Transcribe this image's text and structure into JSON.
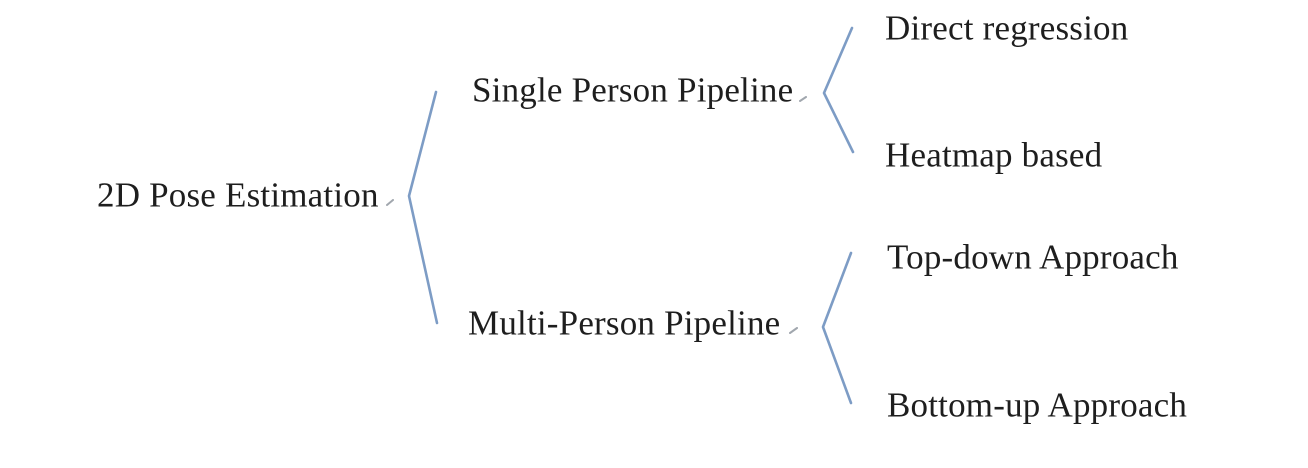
{
  "tree": {
    "root": {
      "label": "2D Pose Estimation"
    },
    "branches": [
      {
        "label": "Single Person Pipeline",
        "children": [
          {
            "label": "Direct regression"
          },
          {
            "label": "Heatmap based"
          }
        ]
      },
      {
        "label": "Multi-Person Pipeline",
        "children": [
          {
            "label": "Top-down Approach"
          },
          {
            "label": "Bottom-up Approach"
          }
        ]
      }
    ]
  },
  "colors": {
    "connector": "#7d9cc5",
    "text": "#1e1e1e",
    "background": "#ffffff"
  }
}
